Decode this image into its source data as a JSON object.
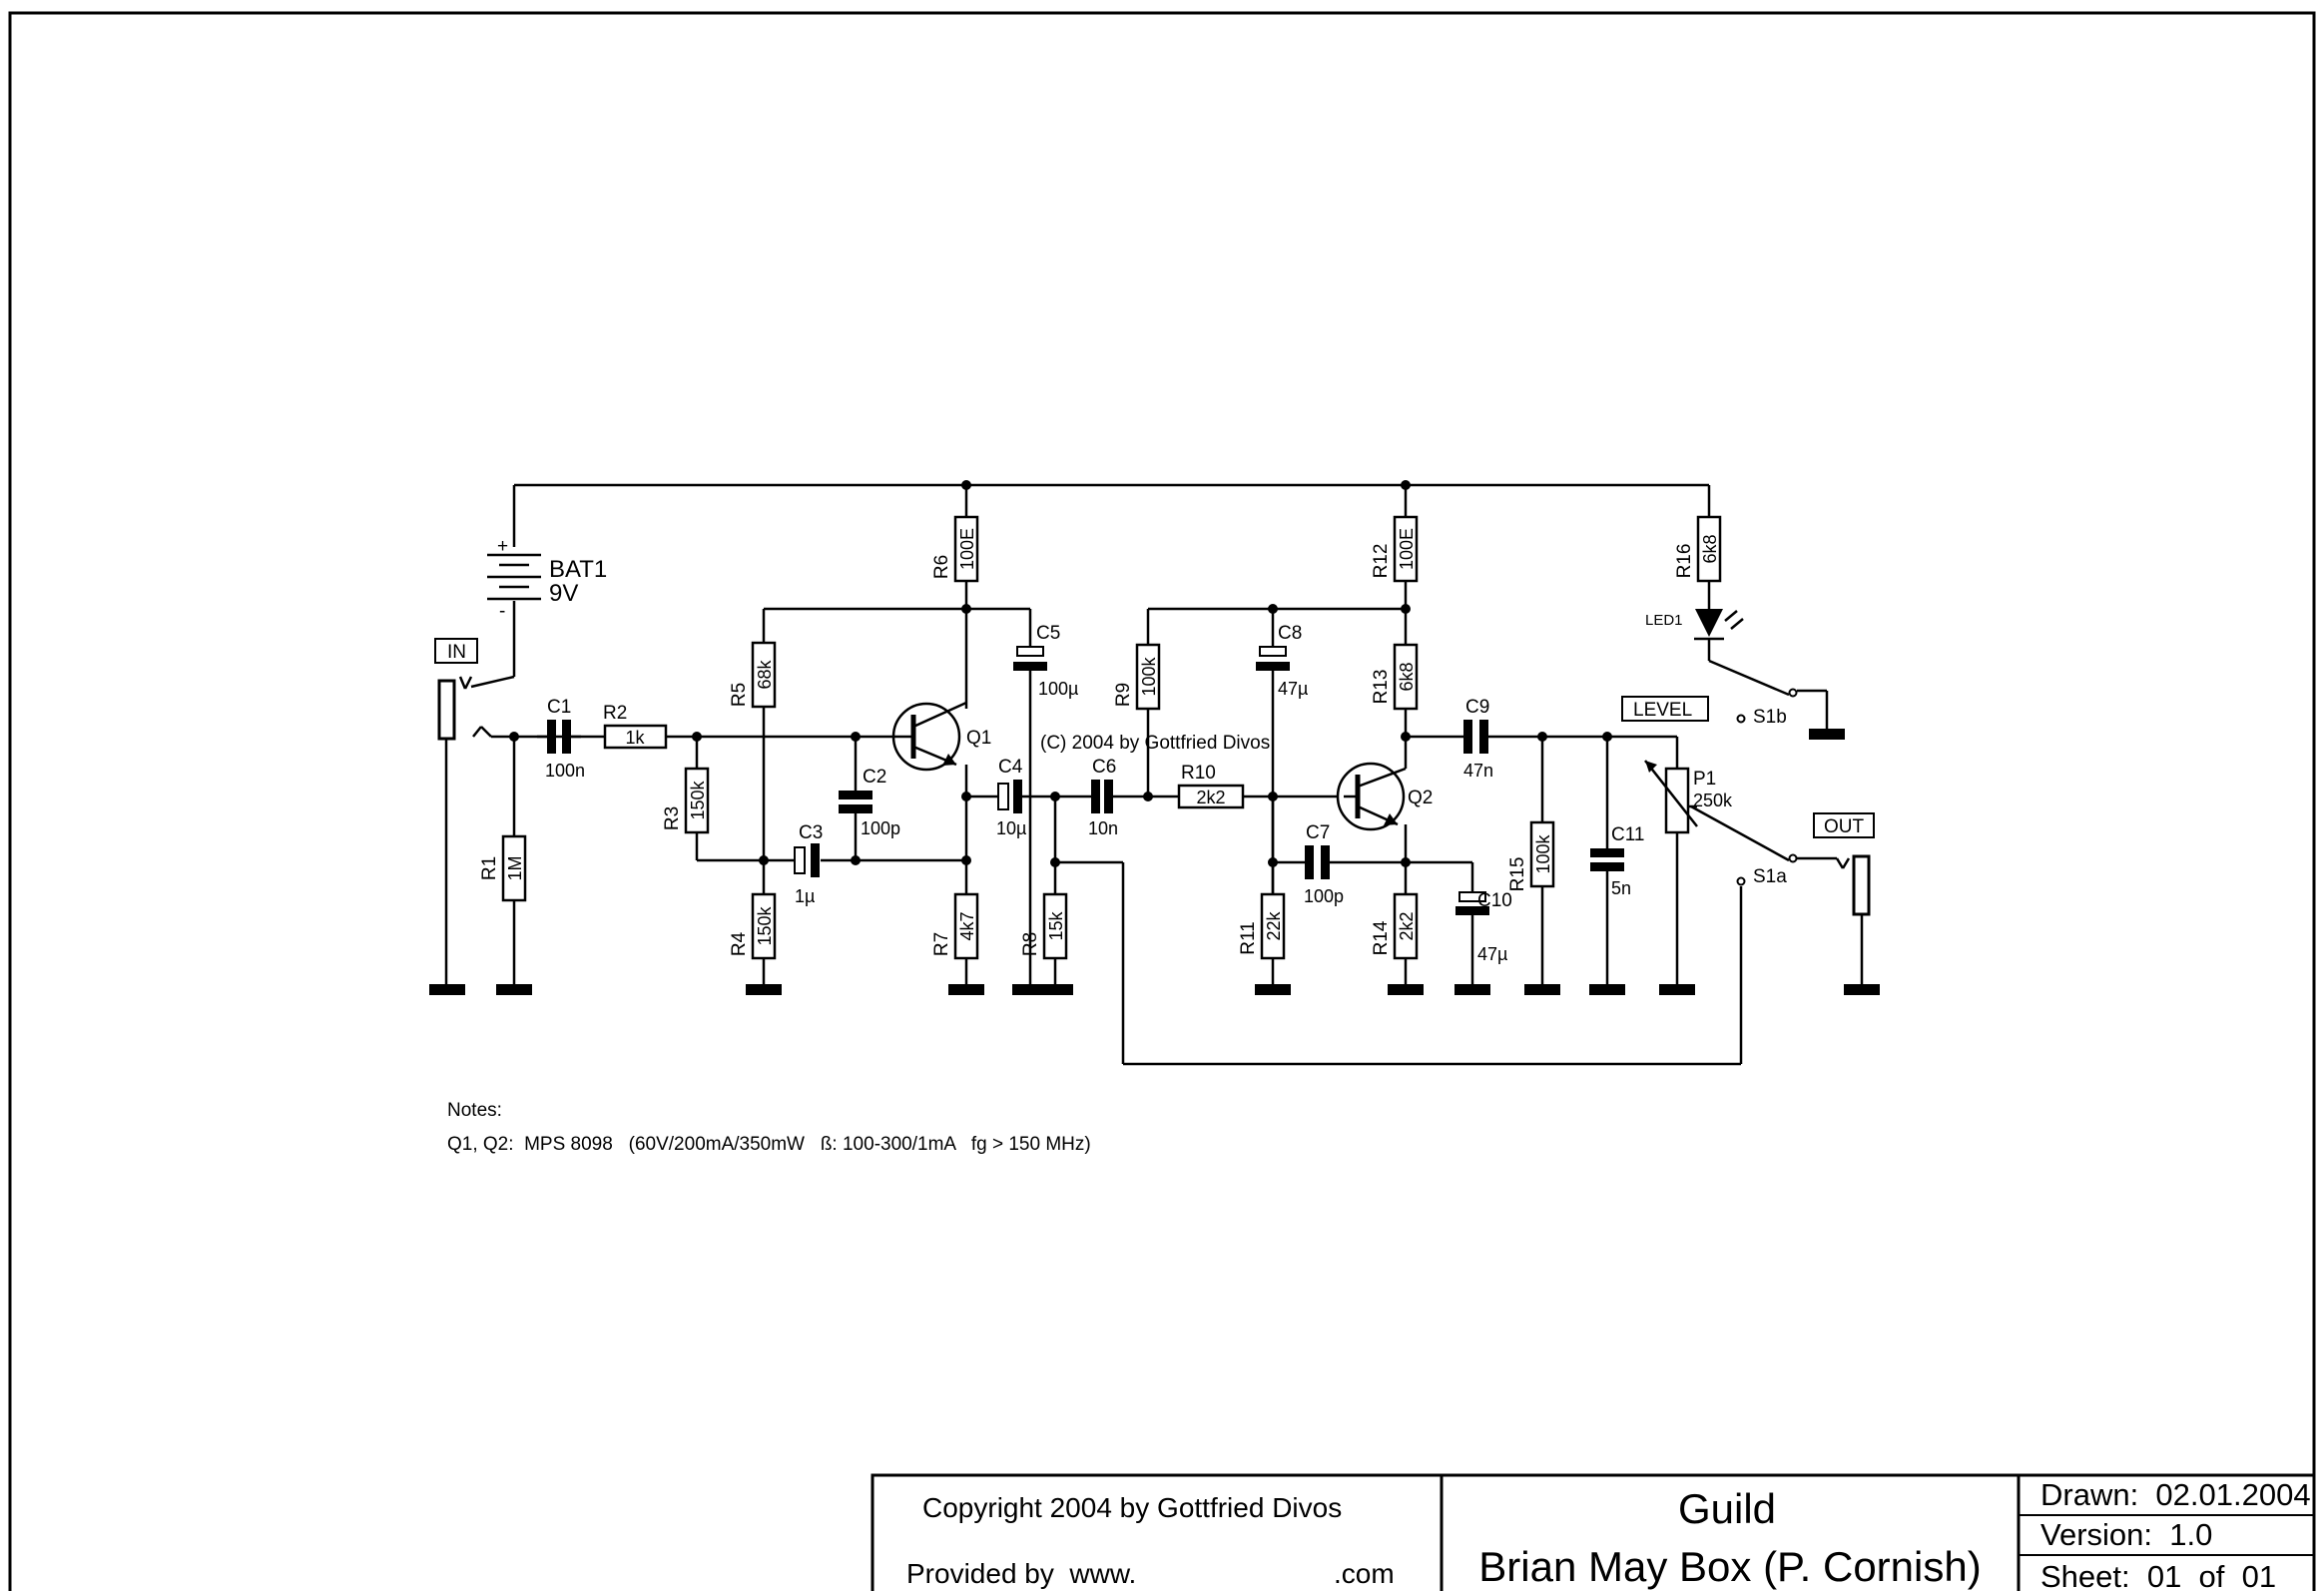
{
  "copyright_note": "(C) 2004 by Gottfried Divos",
  "connectors": {
    "in": "IN",
    "out": "OUT",
    "level": "LEVEL"
  },
  "battery": {
    "ref": "BAT1",
    "value": "9V",
    "plus": "+",
    "minus": "-"
  },
  "resistors": [
    {
      "ref": "R1",
      "value": "1M"
    },
    {
      "ref": "R2",
      "value": "1k"
    },
    {
      "ref": "R3",
      "value": "150k"
    },
    {
      "ref": "R4",
      "value": "150k"
    },
    {
      "ref": "R5",
      "value": "68k"
    },
    {
      "ref": "R6",
      "value": "100E"
    },
    {
      "ref": "R7",
      "value": "4k7"
    },
    {
      "ref": "R8",
      "value": "15k"
    },
    {
      "ref": "R9",
      "value": "100k"
    },
    {
      "ref": "R10",
      "value": "2k2"
    },
    {
      "ref": "R11",
      "value": "22k"
    },
    {
      "ref": "R12",
      "value": "100E"
    },
    {
      "ref": "R13",
      "value": "6k8"
    },
    {
      "ref": "R14",
      "value": "2k2"
    },
    {
      "ref": "R15",
      "value": "100k"
    },
    {
      "ref": "R16",
      "value": "6k8"
    }
  ],
  "capacitors": [
    {
      "ref": "C1",
      "value": "100n"
    },
    {
      "ref": "C2",
      "value": "100p"
    },
    {
      "ref": "C3",
      "value": "1µ"
    },
    {
      "ref": "C4",
      "value": "10µ"
    },
    {
      "ref": "C5",
      "value": "100µ"
    },
    {
      "ref": "C6",
      "value": "10n"
    },
    {
      "ref": "C7",
      "value": "100p"
    },
    {
      "ref": "C8",
      "value": "47µ"
    },
    {
      "ref": "C9",
      "value": "47n"
    },
    {
      "ref": "C10",
      "value": "47µ"
    },
    {
      "ref": "C11",
      "value": "5n"
    }
  ],
  "transistors": [
    {
      "ref": "Q1"
    },
    {
      "ref": "Q2"
    }
  ],
  "pot": {
    "ref": "P1",
    "value": "250k"
  },
  "led": {
    "ref": "LED1"
  },
  "switches": [
    {
      "ref": "S1a"
    },
    {
      "ref": "S1b"
    }
  ],
  "notes": {
    "heading": "Notes:",
    "line1": "Q1, Q2:  MPS 8098   (60V/200mA/350mW   ß: 100-300/1mA   fg > 150 MHz)"
  },
  "title_block": {
    "copyright": "Copyright 2004 by Gottfried Divos",
    "provided_by": "Provided by  www.",
    "provided_suffix": ".com",
    "title": "Guild",
    "subtitle": "Brian May Box (P. Cornish)",
    "drawn": "Drawn:  02.01.2004",
    "version": "Version:  1.0",
    "sheet": "Sheet:  01  of  01"
  }
}
